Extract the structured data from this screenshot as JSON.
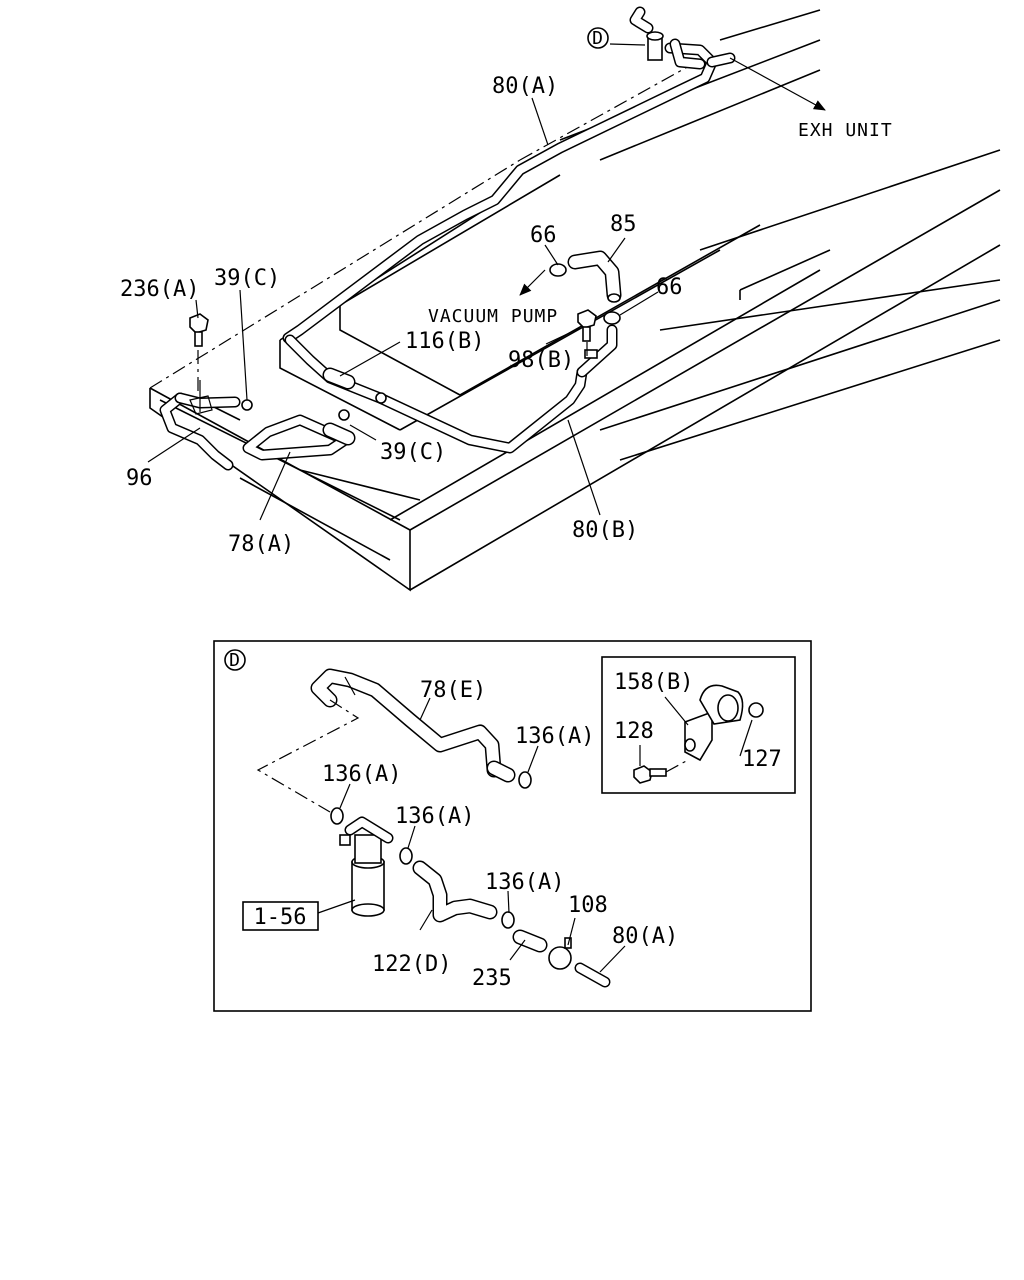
{
  "labels": {
    "d_marker": "D",
    "exh_unit": "EXH UNIT",
    "p80a": "80(A)",
    "p66_top": "66",
    "p85": "85",
    "p66_right": "66",
    "vacuum_pump": "VACUUM PUMP",
    "p236a": "236(A)",
    "p39c_top": "39(C)",
    "p116b": "116(B)",
    "p98b": "98(B)",
    "p39c_mid": "39(C)",
    "p96": "96",
    "p78a": "78(A)",
    "p80b": "80(B)"
  },
  "detail": {
    "marker": "D",
    "p78e": "78(E)",
    "p136a_1": "136(A)",
    "p136a_2": "136(A)",
    "p136a_3": "136(A)",
    "p136a_4": "136(A)",
    "p158b": "158(B)",
    "p128": "128",
    "p127": "127",
    "p1_56": "1-56",
    "p122d": "122(D)",
    "p108": "108",
    "p80a": "80(A)",
    "p235": "235"
  }
}
